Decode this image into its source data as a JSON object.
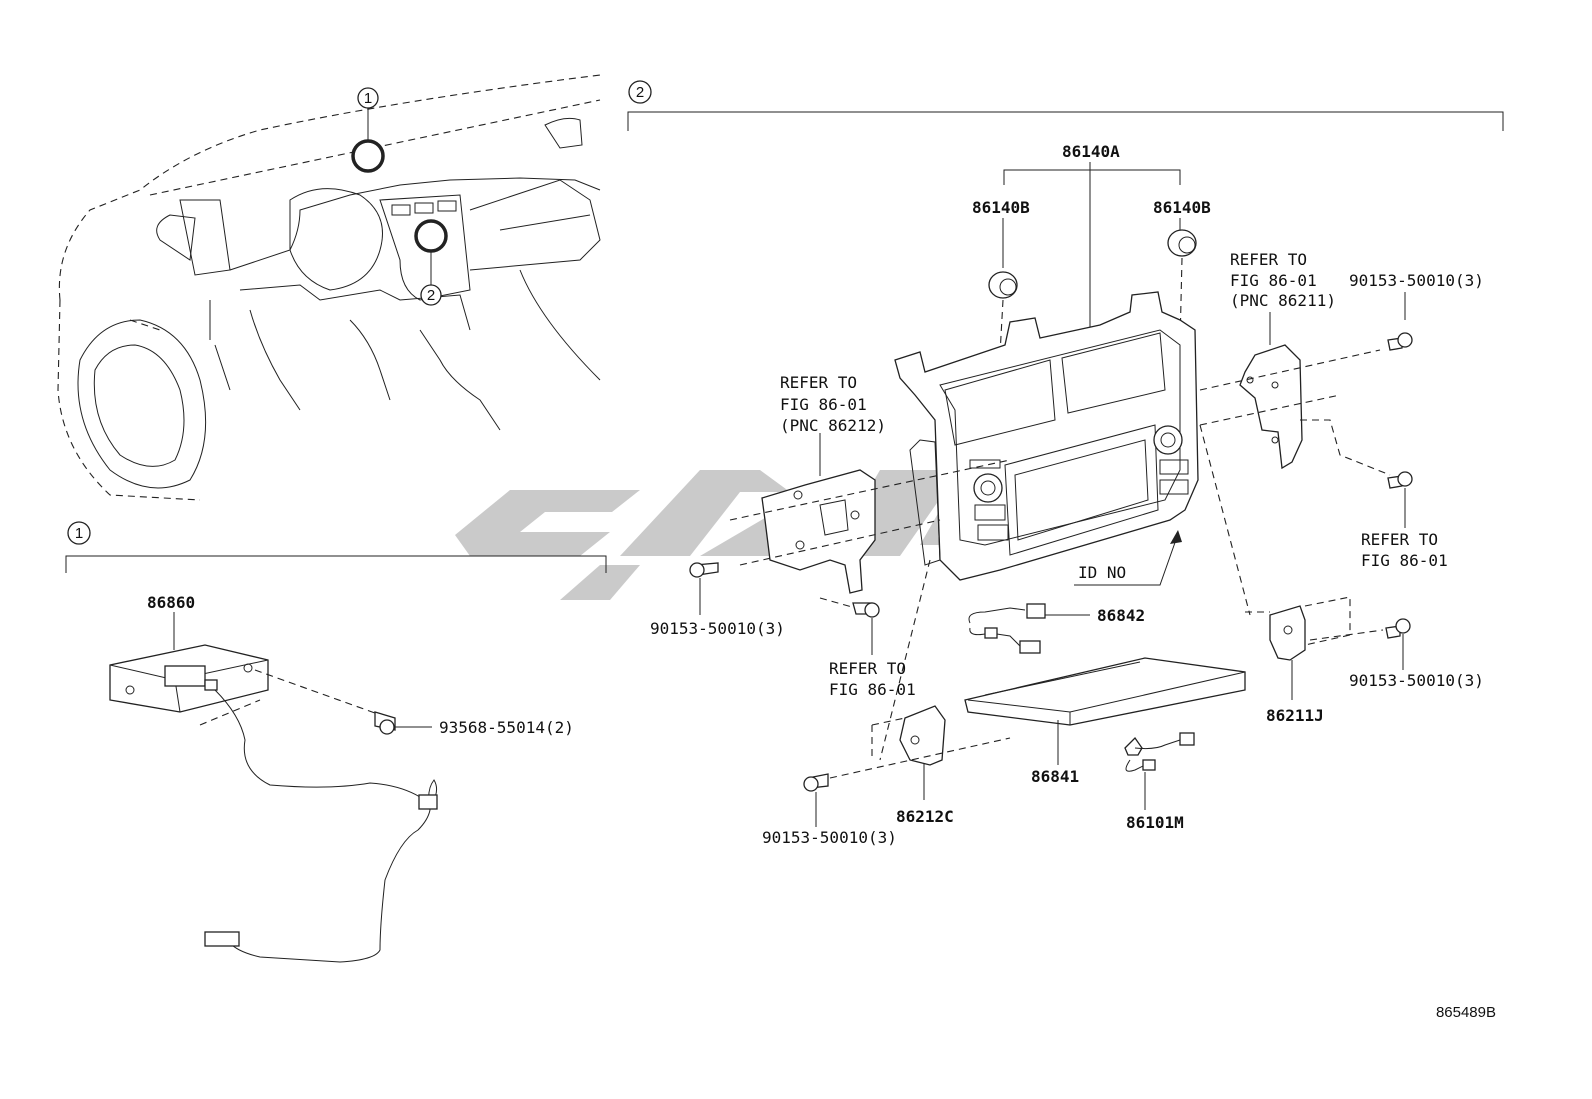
{
  "callouts": {
    "c1": "1",
    "c2": "2"
  },
  "section_labels": {
    "s1": "1",
    "s2": "2"
  },
  "parts": {
    "p86140A": "86140A",
    "p86140B_left": "86140B",
    "p86140B_right": "86140B",
    "p86860": "86860",
    "p93568": "93568-55014(2)",
    "p86842": "86842",
    "p86841": "86841",
    "p86212C": "86212C",
    "p86211J": "86211J",
    "p86101M": "86101M",
    "bolt_left_mid": "90153-50010(3)",
    "bolt_right_top": "90153-50010(3)",
    "bolt_right_bottom": "90153-50010(3)",
    "bolt_bottom_left": "90153-50010(3)"
  },
  "notes": {
    "refer_left_1": "REFER TO",
    "refer_left_2": "FIG 86-01",
    "refer_left_3": "(PNC 86212)",
    "refer_right_1": "REFER TO",
    "refer_right_2": "FIG 86-01",
    "refer_right_3": "(PNC 86211)",
    "refer_mid_1": "REFER TO",
    "refer_mid_2": "FIG 86-01",
    "refer_rb_1": "REFER TO",
    "refer_rb_2": "FIG 86-01",
    "id_no": "ID NO"
  },
  "figure_id": "865489B",
  "colors": {
    "line": "#222222",
    "watermark": "#9e9e9e",
    "background": "#ffffff"
  }
}
